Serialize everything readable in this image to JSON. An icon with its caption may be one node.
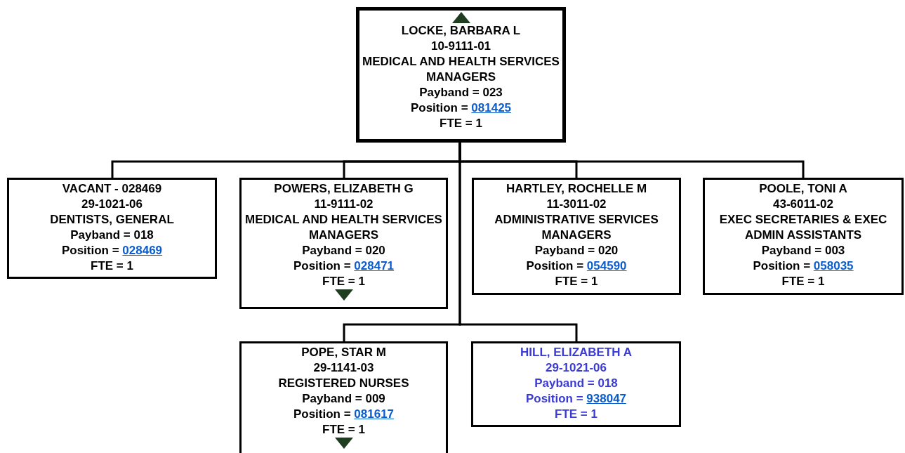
{
  "diagram": {
    "nodes": [
      {
        "text": [
          "LOCKE, BARBARA L",
          "10-9111-01",
          "MEDICAL AND HEALTH SERVICES MANAGERS",
          "Payband = 023",
          "Position = 081425",
          "FTE = 1"
        ]
      },
      {
        "text": [
          "VACANT - 028469",
          "29-1021-06",
          "DENTISTS, GENERAL",
          "Payband = 018",
          "Position = 028469",
          "FTE = 1"
        ]
      },
      {
        "text": [
          "POWERS, ELIZABETH G",
          "11-9111-02",
          "MEDICAL AND HEALTH SERVICES MANAGERS",
          "Payband = 020",
          "Position = 028471",
          "FTE = 1"
        ]
      },
      {
        "text": [
          "HARTLEY, ROCHELLE M",
          "11-3011-02",
          "ADMINISTRATIVE SERVICES MANAGERS",
          "Payband = 020",
          "Position = 054590",
          "FTE = 1"
        ]
      },
      {
        "text": [
          "POOLE, TONI A",
          "43-6011-02",
          "EXEC SECRETARIES & EXEC ADMIN ASSISTANTS",
          "Payband = 003",
          "Position = 058035",
          "FTE = 1"
        ]
      },
      {
        "text": [
          "POPE, STAR M",
          "29-1141-03",
          "REGISTERED NURSES",
          "Payband = 009",
          "Position = 081617",
          "FTE = 1"
        ]
      },
      {
        "text": [
          "HILL, ELIZABETH A",
          "29-1021-06",
          "Payband = 018",
          "Position = 938047",
          "FTE = 1"
        ]
      }
    ],
    "edges": [
      {
        "from": 0,
        "to": 1,
        "arrow": "none"
      },
      {
        "from": 0,
        "to": 2,
        "arrow": "none"
      },
      {
        "from": 0,
        "to": 3,
        "arrow": "none"
      },
      {
        "from": 0,
        "to": 4,
        "arrow": "none"
      },
      {
        "from": 0,
        "to": 5,
        "arrow": "none"
      },
      {
        "from": 0,
        "to": 6,
        "arrow": "none"
      }
    ]
  }
}
